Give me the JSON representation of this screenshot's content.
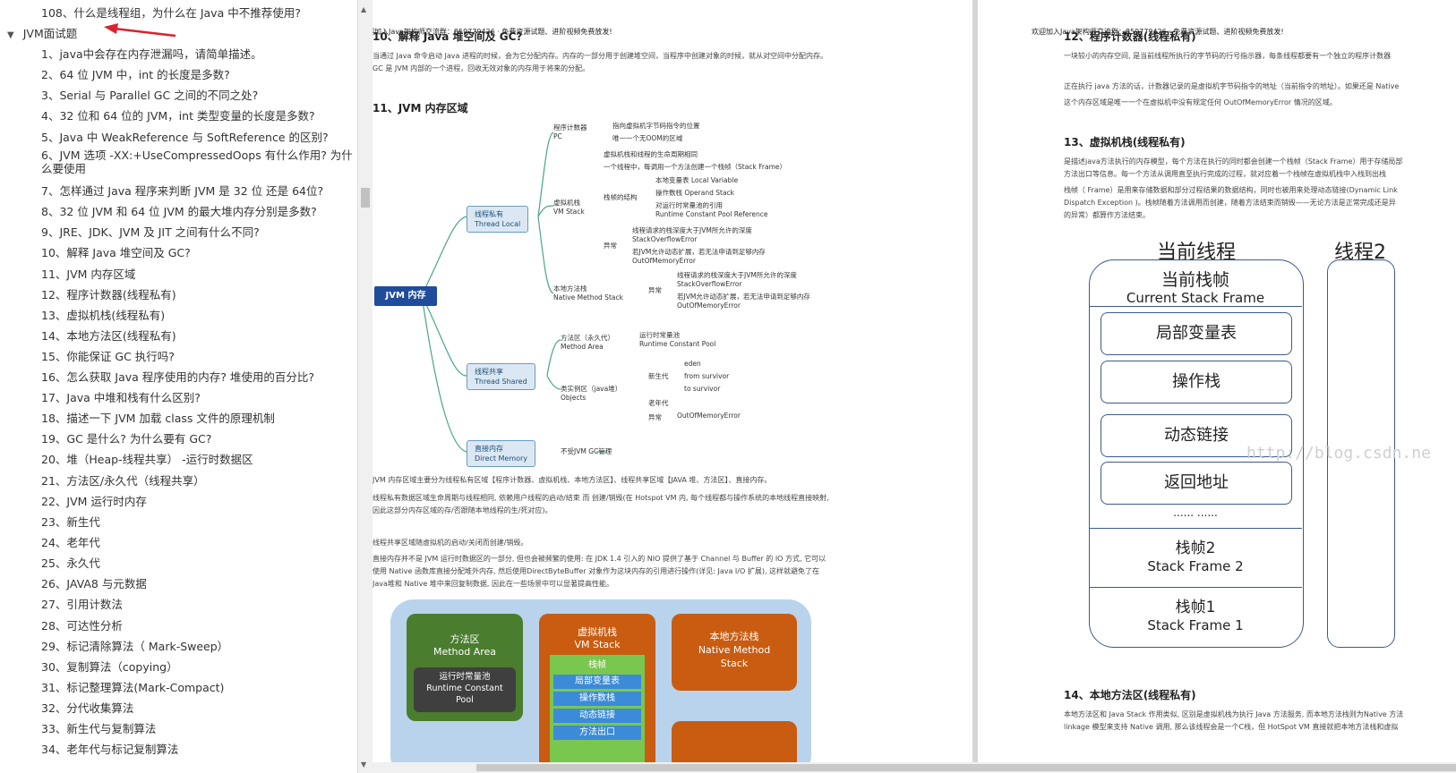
{
  "toc": {
    "top_item": "108、什么是线程组，为什么在 Java 中不推荐使用?",
    "section": "JVM面试题",
    "items": [
      "1、java中会存在内存泄漏吗，请简单描述。",
      "2、64 位 JVM 中，int 的长度是多数?",
      "3、Serial 与 Parallel GC 之间的不同之处?",
      "4、32 位和 64 位的 JVM，int 类型变量的长度是多数?",
      "5、Java 中 WeakReference 与 SoftReference 的区别?",
      "6、JVM 选项 -XX:+UseCompressedOops 有什么作用? 为什么要使用",
      "7、怎样通过 Java 程序来判断 JVM 是 32 位 还是 64位?",
      "8、32 位 JVM 和 64 位 JVM 的最大堆内存分别是多数?",
      "9、JRE、JDK、JVM 及 JIT 之间有什么不同?",
      "10、解释 Java 堆空间及 GC?",
      "11、JVM 内存区域",
      "12、程序计数器(线程私有)",
      "13、虚拟机栈(线程私有)",
      "14、本地方法区(线程私有)",
      "15、你能保证 GC 执行吗?",
      "16、怎么获取 Java 程序使用的内存? 堆使用的百分比?",
      "17、Java 中堆和栈有什么区别?",
      "18、描述一下 JVM 加载 class 文件的原理机制",
      "19、GC 是什么? 为什么要有 GC?",
      "20、堆（Heap-线程共享） -运行时数据区",
      "21、方法区/永久代（线程共享）",
      "22、JVM 运行时内存",
      "23、新生代",
      "24、老年代",
      "25、永久代",
      "26、JAVA8 与元数据",
      "27、引用计数法",
      "28、可达性分析",
      "29、标记清除算法（ Mark-Sweep）",
      "30、复制算法（copying）",
      "31、标记整理算法(Mark-Compact)",
      "32、分代收集算法",
      "33、新生代与复制算法",
      "34、老年代与标记复制算法"
    ]
  },
  "page1": {
    "header_note": "欢迎加入Java架构师交流群：859779426 · 免费资源试题、进阶视频免费放发!",
    "h10": "10、解释 Java 堆空间及 GC?",
    "p10": "当通过 Java 命令启动 Java 进程的时候，会为它分配内存。内存的一部分用于创建堆空间，当程序中创建对象的时候，就从对空间中分配内存。GC 是 JVM 内部的一个进程，回收无效对象的内存用于将来的分配。",
    "h11": "11、JVM 内存区域",
    "mindmap": {
      "root": "JVM 内存",
      "thread_local": "线程私有\nThread Local",
      "thread_shared": "线程共享\nThread Shared",
      "direct": "直接内存\nDirect Memory",
      "pc": "程序计数器\nPC",
      "pc1": "指向虚拟机字节码指令的位置",
      "pc2": "唯一一个无OOM的区域",
      "vms": "虚拟机栈\nVM Stack",
      "vms1": "虚拟机栈和线程的生命周期相同",
      "vms2": "一个线程中，每调用一个方法创建一个栈帧（Stack Frame）",
      "vms3": "栈帧的结构",
      "vms3a": "本地变量表 Local Variable",
      "vms3b": "操作数栈 Operand Stack",
      "vms3c": "对运行时常量池的引用\nRuntime Constant Pool Reference",
      "vms4": "异常",
      "vms4a": "线程请求的栈深度大于JVM所允许的深度\nStackOverflowError",
      "vms4b": "若JVM允许动态扩展，若无法申请到足够内存\nOutOfMemoryError",
      "nms": "本地方法栈\nNative Method Stack",
      "nms1": "异常",
      "nms1a": "线程请求的栈深度大于JVM所允许的深度\nStackOverflowError",
      "nms1b": "若JVM允许动态扩展，若无法申请到足够内存\nOutOfMemoryError",
      "ma": "方法区（永久代）\nMethod Area",
      "ma1": "运行时常量池\nRuntime Constant Pool",
      "heap": "类实例区（java堆）\nObjects",
      "young": "新生代",
      "eden": "eden",
      "from": "from survivor",
      "to": "to survivor",
      "old": "老年代",
      "ex": "异常",
      "oom": "OutOfMemoryError",
      "direct1": "不受JVM GC管理"
    },
    "p11a": "JVM 内存区域主要分为线程私有区域【程序计数器、虚拟机栈、本地方法区】、线程共享区域【JAVA 堆、方法区】、直接内存。",
    "p11b": "线程私有数据区域生命周期与线程相同, 依赖用户线程的启动/结束 而 创建/销毁(在 Hotspot VM 内, 每个线程都与操作系统的本地线程直接映射, 因此这部分内存区域的存/否跟随本地线程的生/死对应)。",
    "p11c": "线程共享区域随虚拟机的启动/关闭而创建/销毁。",
    "p11d": "直接内存并不是 JVM 运行时数据区的一部分, 但也会被频繁的使用: 在 JDK 1.4 引入的 NIO 提供了基于 Channel 与 Buffer 的 IO 方式, 它可以使用 Native 函数库直接分配堆外内存, 然后使用DirectByteBuffer 对象作为这块内存的引用进行操作(详见: Java I/O 扩展), 这样就避免了在 Java堆和 Native 堆中来回复制数据, 因此在一些场景中可以显著提高性能。",
    "diagram": {
      "method_area": "方法区\nMethod Area",
      "rcp": "运行时常量池\nRuntime Constant\nPool",
      "vm_stack": "虚拟机栈\nVM Stack",
      "frame": "栈帧",
      "lv": "局部变量表",
      "os": "操作数栈",
      "dl": "动态链接",
      "me": "方法出口",
      "nms": "本地方法栈\nNative Method\nStack"
    }
  },
  "page2": {
    "header_note": "欢迎加入Java架构师交流群：859779426 · 免费资源试题、进阶视频免费放发!",
    "h12": "12、程序计数器(线程私有)",
    "p12a": "一块较小的内存空间, 是当前线程所执行的字节码的行号指示器，每条线程都要有一个独立的程序计数器",
    "p12b": "正在执行 java 方法的话，计数器记录的是虚拟机字节码指令的地址（当前指令的地址）。如果还是 Native",
    "p12c": "这个内存区域是唯一一个在虚拟机中没有规定任何 OutOfMemoryError 情况的区域。",
    "h13": "13、虚拟机栈(线程私有)",
    "p13a": "是描述java方法执行的内存模型，每个方法在执行的同时都会创建一个栈帧（Stack Frame）用于存储局部",
    "p13b": "方法出口等信息。每一个方法从调用直至执行完成的过程，就对应着一个栈帧在虚拟机栈中入栈到出栈",
    "p13c": "栈帧（ Frame）是用来存储数据和部分过程结果的数据结构，同时也被用来处理动态链接(Dynamic Link",
    "p13d": "Dispatch Exception )。栈帧随着方法调用而创建，随着方法结束而销毁——无论方法是正常完成还是异",
    "p13e": "的异常）都算作方法结束。",
    "cur_thread": "当前线程",
    "thread2": "线程2",
    "cur_frame": "当前栈帧",
    "cur_frame_en": "Current Stack Frame",
    "lv": "局部变量表",
    "os": "操作栈",
    "dl": "动态链接",
    "ra": "返回地址",
    "dots": "...... ......",
    "f2": "栈帧2",
    "f2_en": "Stack Frame 2",
    "f1": "栈帧1",
    "f1_en": "Stack Frame 1",
    "watermark": "http://blog.csdn.ne",
    "h14": "14、本地方法区(线程私有)",
    "p14a": "本地方法区和 Java Stack 作用类似, 区别是虚拟机栈为执行 Java 方法服务, 而本地方法栈则为Native 方法",
    "p14b": "linkage 模型来支持 Native 调用, 那么该线程会是一个C栈，但 HotSpot VM 直接就把本地方法栈和虚拟"
  },
  "colors": {
    "mindmap_root": "#1f4c9b",
    "mindmap_box": "#dbe8f3",
    "green": "#4a7d2e",
    "orange": "#c95c11",
    "diagram_bg": "#b9d3ec",
    "arrow": "#d9232d"
  }
}
